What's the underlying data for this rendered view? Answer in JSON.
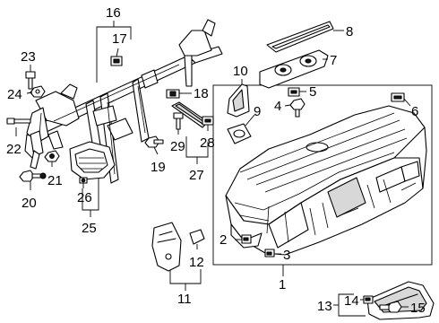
{
  "colors": {
    "line": "#000000",
    "fill": "#ffffff",
    "shade": "#d8d8d8"
  },
  "callouts": [
    {
      "id": "1",
      "label": "1"
    },
    {
      "id": "2",
      "label": "2"
    },
    {
      "id": "3",
      "label": "3"
    },
    {
      "id": "4",
      "label": "4"
    },
    {
      "id": "5",
      "label": "5"
    },
    {
      "id": "6",
      "label": "6"
    },
    {
      "id": "7",
      "label": "7"
    },
    {
      "id": "8",
      "label": "8"
    },
    {
      "id": "9",
      "label": "9"
    },
    {
      "id": "10",
      "label": "10"
    },
    {
      "id": "11",
      "label": "11"
    },
    {
      "id": "12",
      "label": "12"
    },
    {
      "id": "13",
      "label": "13"
    },
    {
      "id": "14",
      "label": "14"
    },
    {
      "id": "15",
      "label": "15"
    },
    {
      "id": "16",
      "label": "16"
    },
    {
      "id": "17",
      "label": "17"
    },
    {
      "id": "18",
      "label": "18"
    },
    {
      "id": "19",
      "label": "19"
    },
    {
      "id": "20",
      "label": "20"
    },
    {
      "id": "21",
      "label": "21"
    },
    {
      "id": "22",
      "label": "22"
    },
    {
      "id": "23",
      "label": "23"
    },
    {
      "id": "24",
      "label": "24"
    },
    {
      "id": "25",
      "label": "25"
    },
    {
      "id": "26",
      "label": "26"
    },
    {
      "id": "27",
      "label": "27"
    },
    {
      "id": "28",
      "label": "28"
    },
    {
      "id": "29",
      "label": "29"
    }
  ]
}
